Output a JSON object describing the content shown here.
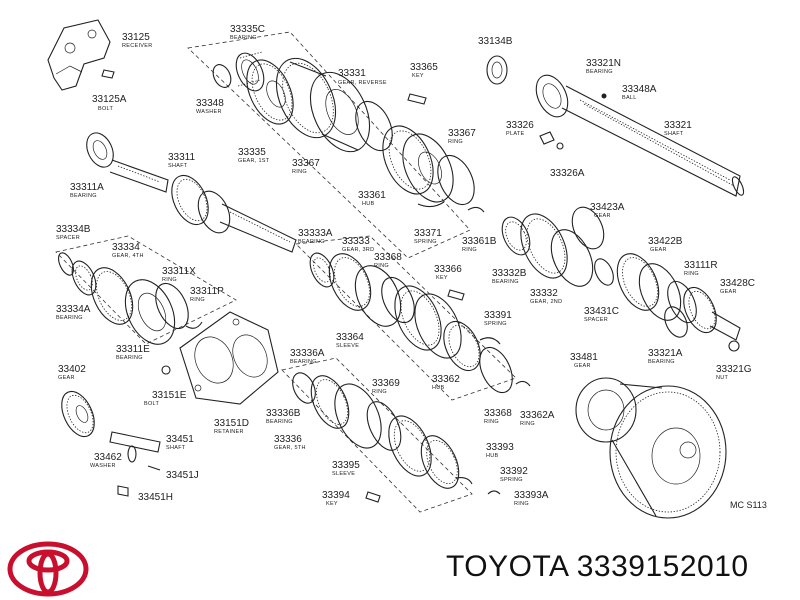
{
  "diagram": {
    "ref_code": "MC S113",
    "parts": [
      {
        "id": "p33125",
        "num": "33125",
        "name": "RECEIVER"
      },
      {
        "id": "p33125A",
        "num": "33125A",
        "name": "BOLT"
      },
      {
        "id": "p33335C",
        "num": "33335C",
        "name": "BEARING"
      },
      {
        "id": "p33348",
        "num": "33348",
        "name": "WASHER"
      },
      {
        "id": "p33331",
        "num": "33331",
        "name": "GEAR, REVERSE"
      },
      {
        "id": "p33335",
        "num": "33335",
        "name": "GEAR, 1ST"
      },
      {
        "id": "p33367a",
        "num": "33367",
        "name": "RING"
      },
      {
        "id": "p33365",
        "num": "33365",
        "name": "KEY"
      },
      {
        "id": "p33367b",
        "num": "33367",
        "name": "RING"
      },
      {
        "id": "p33361",
        "num": "33361",
        "name": "HUB"
      },
      {
        "id": "p33371",
        "num": "33371",
        "name": "SPRING"
      },
      {
        "id": "p33361B",
        "num": "33361B",
        "name": "RING"
      },
      {
        "id": "p33134B",
        "num": "33134B",
        "name": ""
      },
      {
        "id": "p33321N",
        "num": "33321N",
        "name": "BEARING"
      },
      {
        "id": "p33348A",
        "num": "33348A",
        "name": "BALL"
      },
      {
        "id": "p33326",
        "num": "33326",
        "name": "PLATE"
      },
      {
        "id": "p33326A",
        "num": "33326A",
        "name": ""
      },
      {
        "id": "p33321",
        "num": "33321",
        "name": "SHAFT"
      },
      {
        "id": "p33311",
        "num": "33311",
        "name": "SHAFT"
      },
      {
        "id": "p33311A",
        "num": "33311A",
        "name": "BEARING"
      },
      {
        "id": "p33334B",
        "num": "33334B",
        "name": "SPACER"
      },
      {
        "id": "p33334",
        "num": "33334",
        "name": "GEAR, 4TH"
      },
      {
        "id": "p33311X",
        "num": "33311X",
        "name": "RING"
      },
      {
        "id": "p33311P",
        "num": "33311P",
        "name": "RING"
      },
      {
        "id": "p33334A",
        "num": "33334A",
        "name": "BEARING"
      },
      {
        "id": "p33311E",
        "num": "33311E",
        "name": "BEARING"
      },
      {
        "id": "p33333A",
        "num": "33333A",
        "name": "BEARING"
      },
      {
        "id": "p33333",
        "num": "33333",
        "name": "GEAR, 3RD"
      },
      {
        "id": "p33368a",
        "num": "33368",
        "name": "RING"
      },
      {
        "id": "p33366",
        "num": "33366",
        "name": "KEY"
      },
      {
        "id": "p33332B",
        "num": "33332B",
        "name": "BEARING"
      },
      {
        "id": "p33332",
        "num": "33332",
        "name": "GEAR, 2ND"
      },
      {
        "id": "p33423A",
        "num": "33423A",
        "name": "GEAR"
      },
      {
        "id": "p33422B",
        "num": "33422B",
        "name": "GEAR"
      },
      {
        "id": "p33111R",
        "num": "33111R",
        "name": "RING"
      },
      {
        "id": "p33428C",
        "num": "33428C",
        "name": "GEAR"
      },
      {
        "id": "p33431C",
        "num": "33431C",
        "name": "SPACER"
      },
      {
        "id": "p33321A",
        "num": "33321A",
        "name": "BEARING"
      },
      {
        "id": "p33321G",
        "num": "33321G",
        "name": "NUT"
      },
      {
        "id": "p33391",
        "num": "33391",
        "name": "SPRING"
      },
      {
        "id": "p33364",
        "num": "33364",
        "name": "SLEEVE"
      },
      {
        "id": "p33362",
        "num": "33362",
        "name": "HUB"
      },
      {
        "id": "p33368b",
        "num": "33368",
        "name": "RING"
      },
      {
        "id": "p33362A",
        "num": "33362A",
        "name": "RING"
      },
      {
        "id": "p33481",
        "num": "33481",
        "name": "GEAR"
      },
      {
        "id": "p33402",
        "num": "33402",
        "name": "GEAR"
      },
      {
        "id": "p33151E",
        "num": "33151E",
        "name": "BOLT"
      },
      {
        "id": "p33151D",
        "num": "33151D",
        "name": "RETAINER"
      },
      {
        "id": "p33451",
        "num": "33451",
        "name": "SHAFT"
      },
      {
        "id": "p33462",
        "num": "33462",
        "name": "WASHER"
      },
      {
        "id": "p33451J",
        "num": "33451J",
        "name": ""
      },
      {
        "id": "p33451H",
        "num": "33451H",
        "name": ""
      },
      {
        "id": "p33336A",
        "num": "33336A",
        "name": "BEARING"
      },
      {
        "id": "p33336B",
        "num": "33336B",
        "name": "BEARING"
      },
      {
        "id": "p33336",
        "num": "33336",
        "name": "GEAR, 5TH"
      },
      {
        "id": "p33369",
        "num": "33369",
        "name": "RING"
      },
      {
        "id": "p33393",
        "num": "33393",
        "name": "HUB"
      },
      {
        "id": "p33395",
        "num": "33395",
        "name": "SLEEVE"
      },
      {
        "id": "p33392",
        "num": "33392",
        "name": "SPRING"
      },
      {
        "id": "p33394",
        "num": "33394",
        "name": "KEY"
      },
      {
        "id": "p33393A",
        "num": "33393A",
        "name": "RING"
      }
    ]
  },
  "footer": {
    "brand_text": "TOYOTA 3339152010",
    "logo_color": "#c8102e"
  }
}
